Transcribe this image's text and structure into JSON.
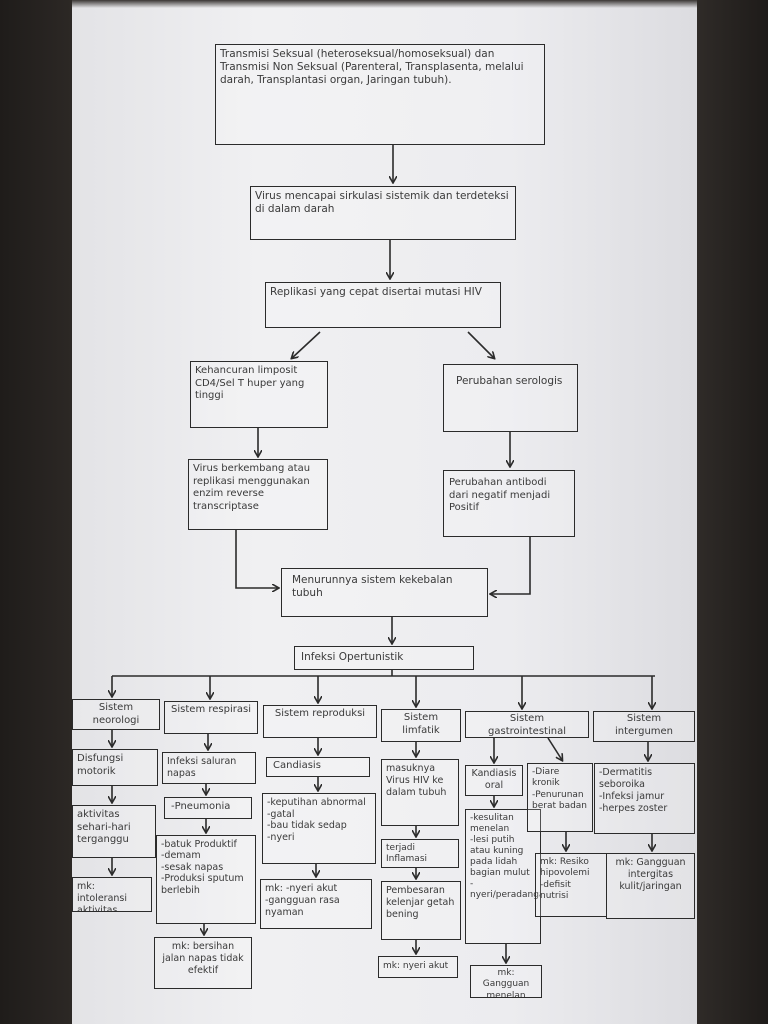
{
  "nodes": {
    "transmisi": "Transmisi Seksual (heteroseksual/homoseksual) dan Transmisi Non Seksual (Parenteral, Transplasenta, melalui darah, Transplantasi organ, Jaringan tubuh).",
    "virus_sirkulasi": "Virus mencapai sirkulasi sistemik dan terdeteksi di dalam darah",
    "replikasi": "Replikasi yang cepat disertai mutasi HIV",
    "kehancuran": "Kehancuran limposit CD4/Sel T huper yang tinggi",
    "perubahan_serologis": "Perubahan serologis",
    "virus_berkembang": "Virus berkembang atau replikasi menggunakan enzim reverse transcriptase",
    "perubahan_antibodi": "Perubahan antibodi dari negatif menjadi Positif",
    "menurunnya": "Menurunnya sistem kekebalan tubuh",
    "infeksi_oportunistik": "Infeksi Opertunistik",
    "neurologi": "Sistem neorologi",
    "disfungsi": "Disfungsi motorik",
    "aktivitas": "aktivitas sehari-hari terganggu",
    "mk_intoleransi": "mk: intoleransi aktivitas",
    "respirasi": "Sistem respirasi",
    "infeksi_saluran": "Infeksi saluran napas",
    "pneumonia": "-Pneumonia",
    "batuk": "-batuk Produktif\n-demam\n-sesak napas\n-Produksi sputum berlebih",
    "mk_bersihan": "mk: bersihan jalan napas tidak efektif",
    "reproduksi": "Sistem reproduksi",
    "candiasis": "Candiasis",
    "keputihan": "-keputihan abnormal\n-gatal\n-bau tidak sedap\n-nyeri",
    "mk_nyeri_akut_1": "mk: -nyeri akut\n-gangguan rasa nyaman",
    "limfatik": "Sistem limfatik",
    "masuknya": "masuknya Virus HIV ke dalam tubuh",
    "inflamasi": "terjadi Inflamasi",
    "pembesaran": "Pembesaran kelenjar getah bening",
    "mk_nyeri_akut_2": "mk: nyeri akut",
    "gastro": "Sistem gastrointestinal",
    "kandiasis_oral": "Kandiasis oral",
    "kesulitan": "-kesulitan menelan\n-lesi putih atau kuning pada lidah bagian mulut\n-nyeri/peradangan",
    "mk_menelan": "mk: Gangguan menelan",
    "diare": "-Diare kronik\n-Penurunan berat badan",
    "mk_resiko": "mk: Resiko hipovolemi\n-defisit nutrisi",
    "integumen": "Sistem intergumen",
    "dermatitis": "-Dermatitis seboroika\n-Infeksi jamur\n-herpes zoster",
    "mk_integritas": "mk: Gangguan intergitas kulit/jaringan"
  }
}
